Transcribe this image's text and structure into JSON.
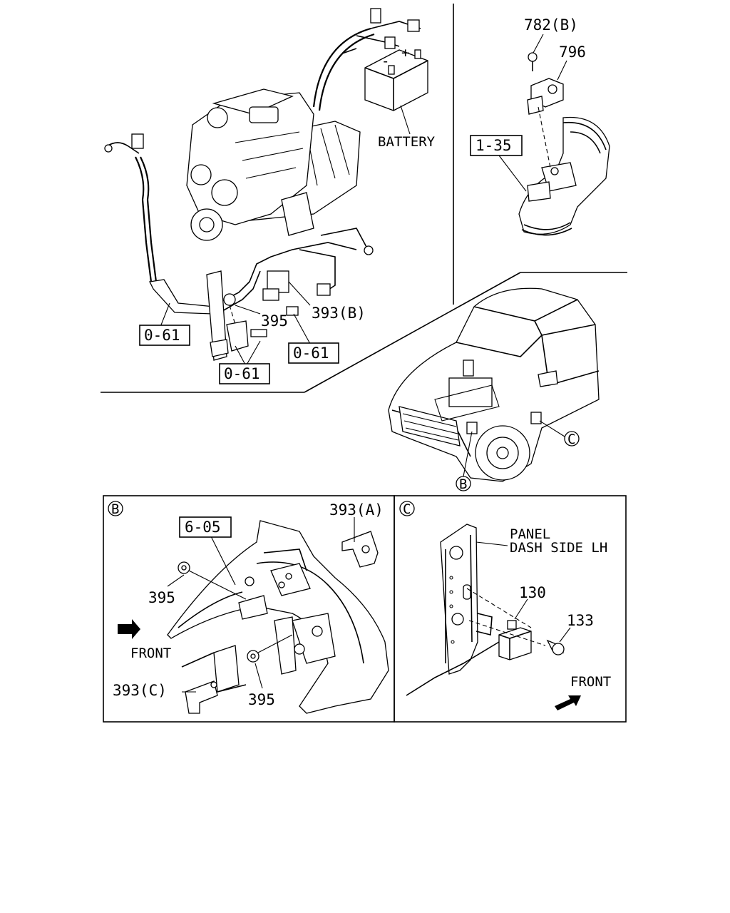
{
  "labels": {
    "battery": "BATTERY",
    "p782b": "782(B)",
    "p796": "796",
    "ref_1_35": "1-35",
    "p395_top": "395",
    "p393b": "393(B)",
    "ref_0_61_left": "0-61",
    "ref_0_61_right": "0-61",
    "ref_0_61_bottom": "0-61",
    "callout_b_car": "B",
    "callout_c_car": "C",
    "panel_b_letter": "B",
    "ref_6_05": "6-05",
    "p393a": "393(A)",
    "p395_b1": "395",
    "p395_b2": "395",
    "front_b": "FRONT",
    "p393c": "393(C)",
    "panel_c_letter": "C",
    "panel_line1": "PANEL",
    "panel_line2": "DASH SIDE LH",
    "p130": "130",
    "p133": "133",
    "front_c": "FRONT"
  }
}
